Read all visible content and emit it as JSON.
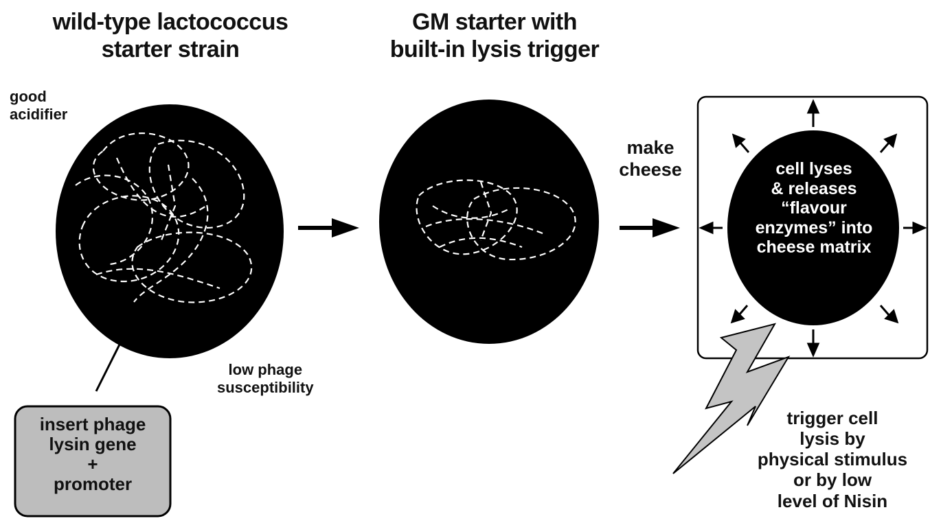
{
  "titles": {
    "left_line1": "wild-type lactococcus",
    "left_line2": "starter strain",
    "middle_line1": "GM starter with",
    "middle_line2": "built-in lysis trigger"
  },
  "labels": {
    "good_acidifier_line1": "good",
    "good_acidifier_line2": "acidifier",
    "low_phage_line1": "low phage",
    "low_phage_line2": "susceptibility",
    "make_cheese_line1": "make",
    "make_cheese_line2": "cheese"
  },
  "insert_box": {
    "line1": "insert phage",
    "line2": "lysin gene",
    "line3": "+",
    "line4": "promoter",
    "fill": "#bdbdbd"
  },
  "lysis_cell": {
    "line1": "cell lyses",
    "line2": "& releases",
    "line3": "“flavour",
    "line4": "enzymes” into",
    "line5": "cheese matrix"
  },
  "trigger": {
    "line1": "trigger cell",
    "line2": "lysis by",
    "line3": "physical stimulus",
    "line4": "or by low",
    "line5": "level of Nisin",
    "bolt_fill": "#c4c4c4"
  },
  "colors": {
    "cell": "#000000",
    "dna": "#ffffff",
    "background": "#ffffff"
  }
}
